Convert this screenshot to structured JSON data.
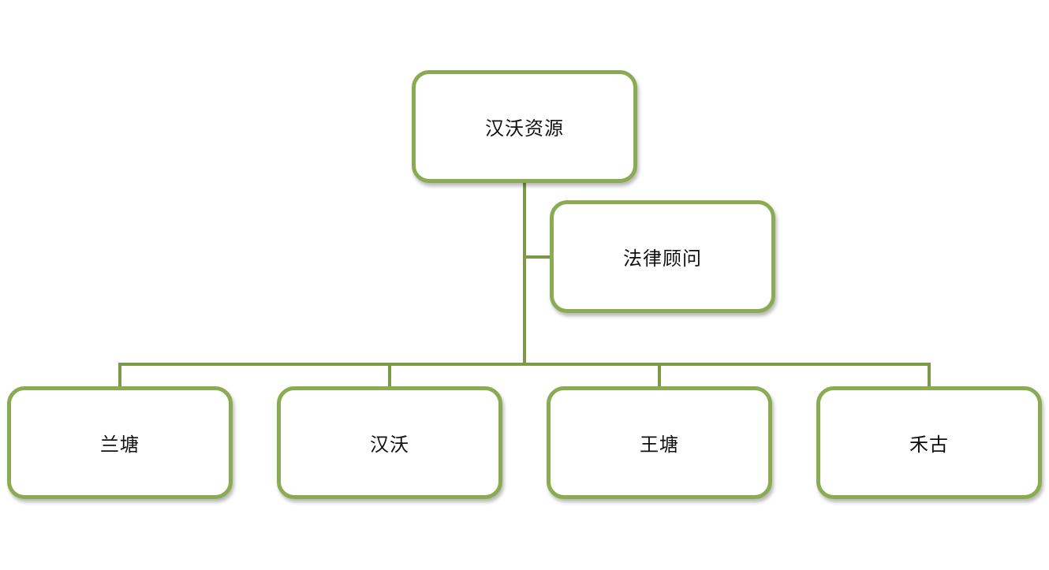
{
  "org_chart": {
    "root": {
      "label": "汉沃资源"
    },
    "assistant": {
      "label": "法律顾问"
    },
    "children": [
      {
        "label": "兰塘"
      },
      {
        "label": "汉沃"
      },
      {
        "label": "王塘"
      },
      {
        "label": "禾古"
      }
    ]
  },
  "colors": {
    "border": "#8bab52",
    "connector": "#7a9a48",
    "text": "#111111",
    "background": "#ffffff"
  }
}
